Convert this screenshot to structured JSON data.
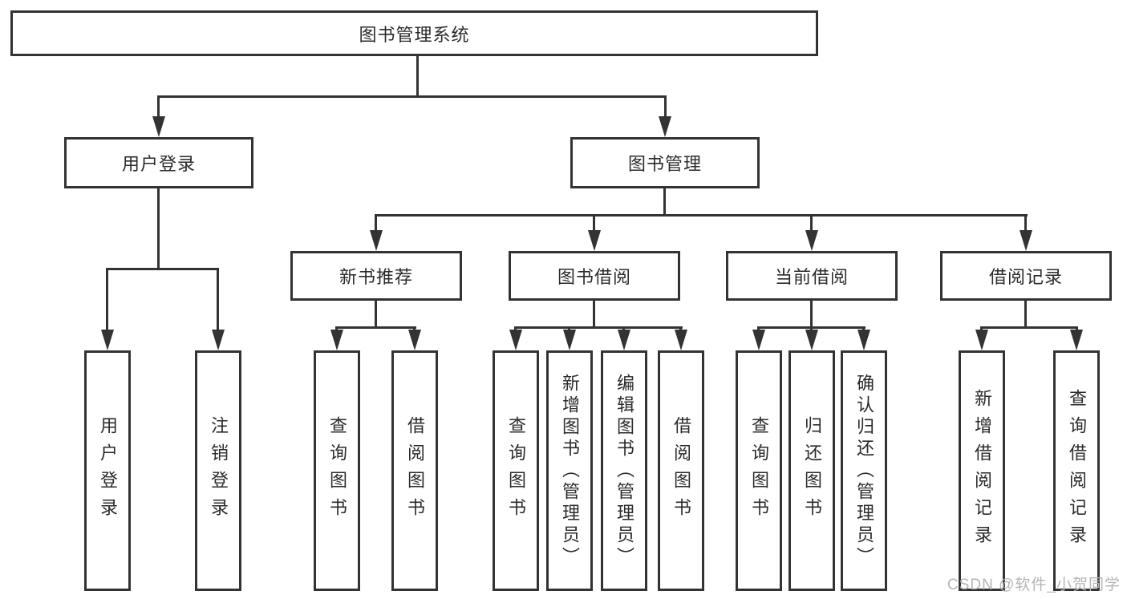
{
  "diagram_title": "图书管理系统",
  "nodes": {
    "root": {
      "label": "图书管理系统"
    },
    "user_login": {
      "label": "用户登录"
    },
    "book_mgmt": {
      "label": "图书管理"
    },
    "new_book_rec": {
      "label": "新书推荐"
    },
    "book_borrow": {
      "label": "图书借阅"
    },
    "current_borrow": {
      "label": "当前借阅"
    },
    "borrow_record": {
      "label": "借阅记录"
    }
  },
  "leaves": [
    {
      "label": "用户登录",
      "parent": "用户登录"
    },
    {
      "label": "注销登录",
      "parent": "用户登录"
    },
    {
      "label": "查询图书",
      "parent": "新书推荐"
    },
    {
      "label": "借阅图书",
      "parent": "新书推荐"
    },
    {
      "label": "查询图书",
      "parent": "图书借阅"
    },
    {
      "label": "新增图书（管理员）",
      "parent": "图书借阅"
    },
    {
      "label": "编辑图书（管理员）",
      "parent": "图书借阅"
    },
    {
      "label": "借阅图书",
      "parent": "图书借阅"
    },
    {
      "label": "查询图书",
      "parent": "当前借阅"
    },
    {
      "label": "归还图书",
      "parent": "当前借阅"
    },
    {
      "label": "确认归还（管理员）",
      "parent": "当前借阅"
    },
    {
      "label": "新增借阅记录",
      "parent": "借阅记录"
    },
    {
      "label": "查询借阅记录",
      "parent": "借阅记录"
    }
  ],
  "watermark": {
    "text": "CSDN @软件_小贺同学"
  },
  "colors": {
    "line": "#333333",
    "text": "#2b2b2b",
    "background": "#ffffff",
    "watermark": "#b5b5b5"
  }
}
